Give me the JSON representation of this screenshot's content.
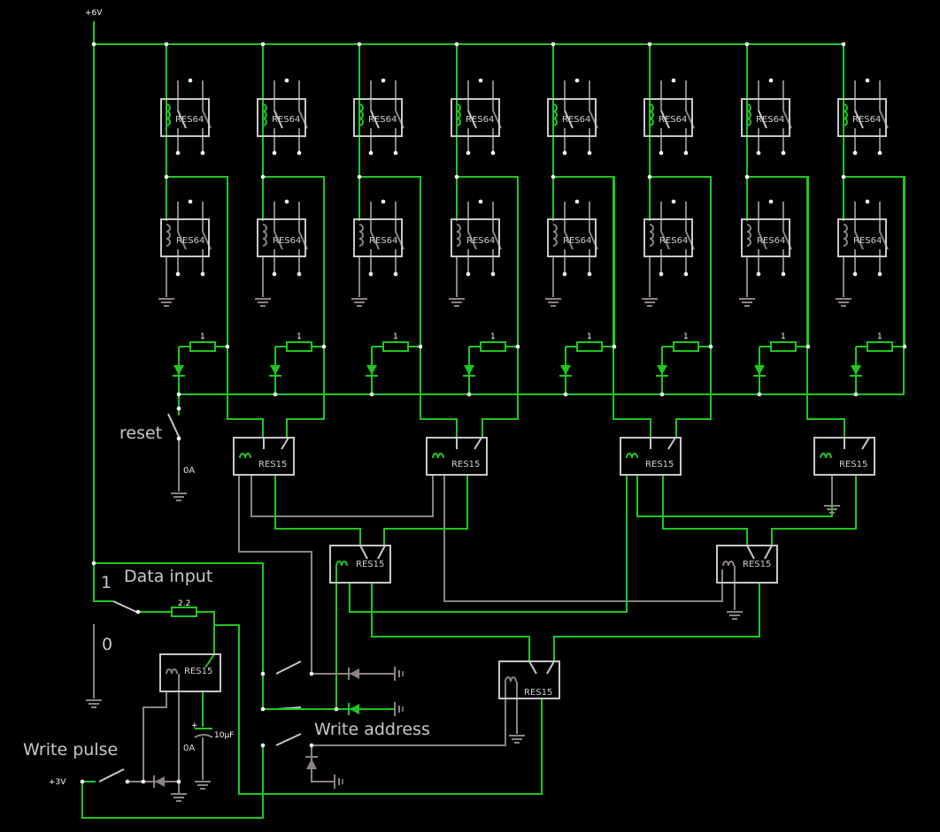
{
  "labels": {
    "supply_6v": "+6V",
    "supply_3v": "+3V",
    "reset": "reset",
    "data_input": "Data input",
    "data_one": "1",
    "data_zero": "0",
    "write_address": "Write address",
    "write_pulse": "Write pulse",
    "current_reset": "0A",
    "current_pulse": "0A",
    "resistor_input": "2.2",
    "capacitor": "10µF"
  },
  "memory_relay_model": "RES64",
  "decoder_relay_model": "RES15",
  "bit_resistor": "1",
  "bit_count": 8,
  "colors": {
    "active": "#1ec81e",
    "inactive": "#8c8282",
    "component": "#c8c8c8",
    "background": "#000000"
  }
}
